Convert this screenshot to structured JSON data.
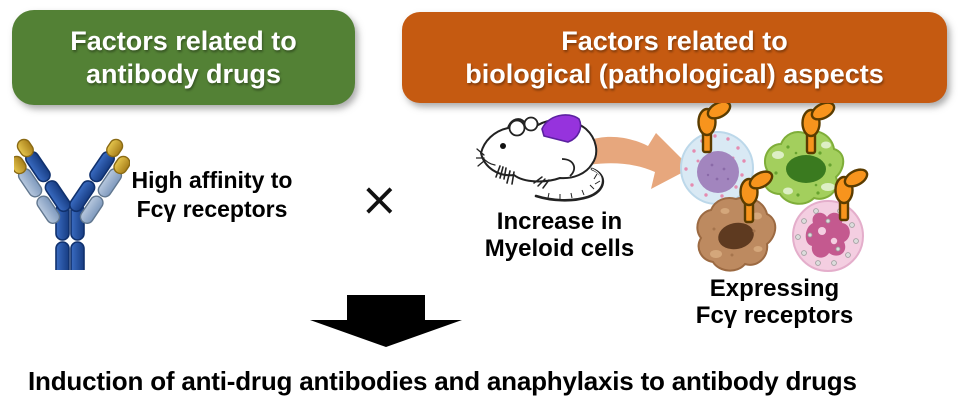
{
  "title_boxes": {
    "antibody_factors": {
      "line1": "Factors related to",
      "line2": "antibody drugs",
      "bg": "#538135"
    },
    "biological_factors": {
      "line1": "Factors related to",
      "line2": "biological (pathological) aspects",
      "bg": "#C55A11"
    }
  },
  "left_panel": {
    "caption_line1": "High affinity to",
    "caption_line2": "Fcγ receptors"
  },
  "operator": "×",
  "right_panel": {
    "mouse_caption_line1": "Increase in",
    "mouse_caption_line2": "Myeloid cells",
    "cells_caption_line1": "Expressing",
    "cells_caption_line2": "Fcγ receptors"
  },
  "conclusion": "Induction of anti-drug antibodies and anaphylaxis to antibody drugs",
  "icons": {
    "antibody": "antibody-icon",
    "mouse": "mouse-spleen-icon",
    "curved_arrow": "curved-arrow-icon",
    "cells": "myeloid-cells-icon",
    "down_arrow": "down-arrow-icon"
  },
  "colors": {
    "green_box": "#538135",
    "orange_box": "#C55A11",
    "antibody_dark_blue": "#1F4E9B",
    "antibody_light_blue": "#8FA9CA",
    "antibody_gold": "#C9A22B",
    "receptor_orange": "#F7941D",
    "spleen_purple": "#9633DD",
    "curved_arrow_tan": "#E7A77D",
    "monocyte_blue": "#D9E9F4",
    "monocyte_nucleus": "#A285BE",
    "macrophage_green": "#A3CF5D",
    "macrophage_nucleus": "#3A7A1F",
    "brown_cell": "#BD8A60",
    "brown_nucleus": "#5E3A20",
    "neutrophil_pink": "#F4CEE1",
    "neutrophil_nucleus": "#C4598F",
    "black_arrow": "#000000"
  }
}
